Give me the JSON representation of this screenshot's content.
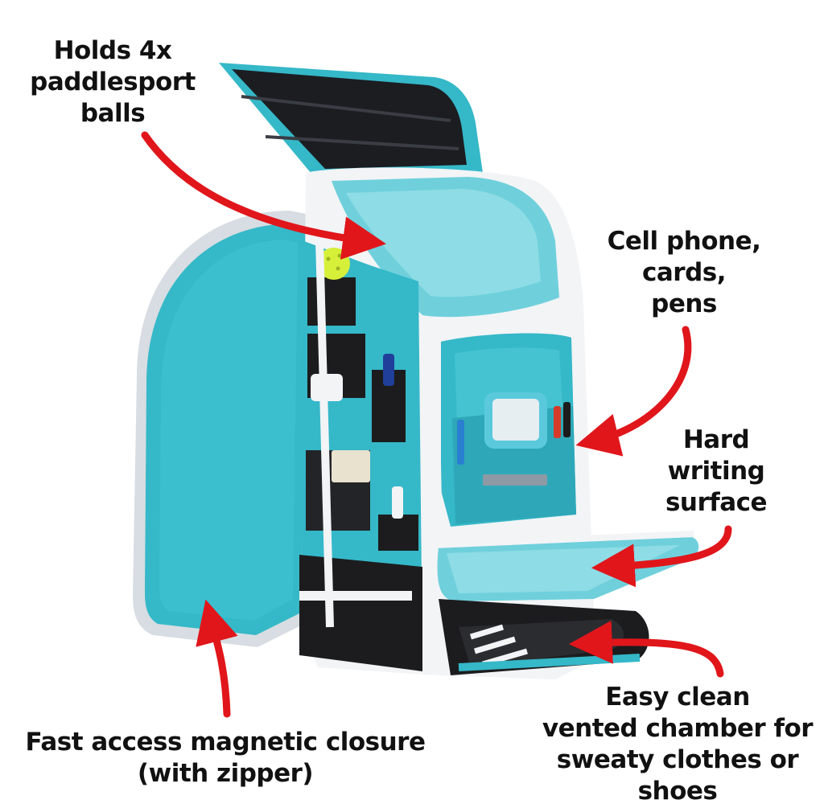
{
  "image": {
    "subject": "turquoise-and-white-sports-backpack-open",
    "colors": {
      "bag_turquoise": "#35b8c8",
      "bag_lining": "#6fd0dc",
      "bag_black": "#1c1c1e",
      "bag_white": "#f2f4f6",
      "arrow_red": "#e0161b",
      "ball_yellow": "#d6f03a",
      "text": "#111111"
    }
  },
  "callouts": {
    "balls": "Holds 4x\npaddlesport\nballs",
    "phone": "Cell phone,\ncards,\npens",
    "writing": "Hard\nwriting\nsurface",
    "closure": "Fast access magnetic closure\n(with zipper)",
    "chamber": "Easy clean\nvented chamber for\nsweaty clothes or\nshoes"
  }
}
